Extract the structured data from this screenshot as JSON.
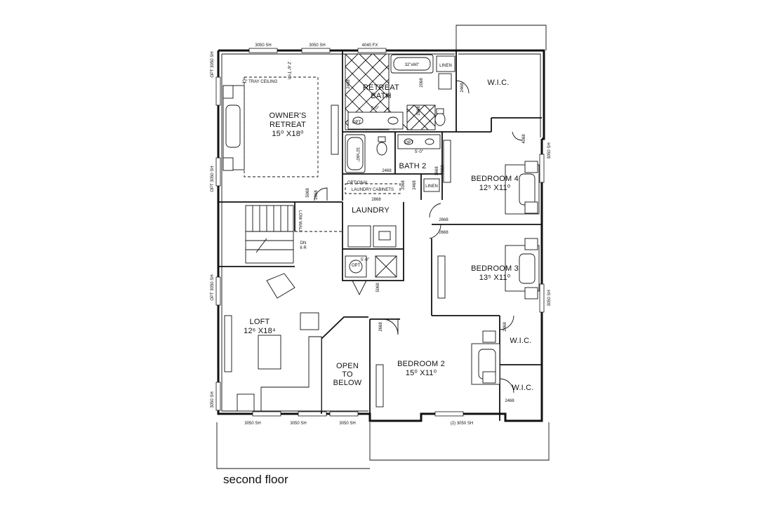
{
  "title": "second floor",
  "rooms": {
    "owners_retreat": "OWNER'S",
    "owners_retreat2": "RETREAT",
    "owners_retreat_size": "15⁰ X18⁰",
    "retreat_bath": "RETREAT",
    "retreat_bath2": "BATH",
    "wic_top": "W.I.C.",
    "bath2": "BATH 2",
    "bedroom4": "BEDROOM 4",
    "bedroom4_size": "12⁵ X11⁰",
    "laundry": "LAUNDRY",
    "bedroom3": "BEDROOM 3",
    "bedroom3_size": "13⁵ X11⁰",
    "loft": "LOFT",
    "loft_size": "12⁶ X18⁴",
    "open_to_below": "OPEN",
    "open_to_below2": "TO",
    "open_to_below3": "BELOW",
    "bedroom2": "BEDROOM 2",
    "bedroom2_size": "15⁰ X11⁰",
    "wic_b2a": "W.I.C.",
    "wic_b2b": "W.I.C."
  },
  "notes": {
    "tray_ceiling": "12' TRAY CEILING",
    "typ": "2'-6\" TYP.",
    "optional": "OPTIONAL",
    "laundry_cabinets": "LAUNDRY CABINETS",
    "low_wall": "LOW WALL",
    "dn": "DN",
    "r": "6 R",
    "opt1": "OPT",
    "opt2": "OPT",
    "opt3": "OPT",
    "linen1": "LINEN",
    "linen2": "LINEN",
    "tub1": "32\"x60\"",
    "tub2": "32\"x60\"",
    "shower1": "5'-0\"",
    "shower2": "5'-0\"",
    "seven": "7'-0\""
  },
  "dims": {
    "top1": "3050 SH",
    "top2": "3050 SH",
    "top3": "4040 FX",
    "left1": "OPT 3050 SH",
    "left2": "OPT 3050 SH",
    "left3": "OPT 3050 SH",
    "left4": "3050 SH",
    "right1": "3050 SH",
    "right2": "3050 SH",
    "bot1": "3050 SH",
    "bot2": "3050 SH",
    "bot3": "3050 SH",
    "bot4": "(2) 3050 SH",
    "d2468a": "2468",
    "d2468b": "2468",
    "d2468c": "2468",
    "d2468d": "2468",
    "d2468e": "2468",
    "d2468f": "2468",
    "d2868a": "2868",
    "d2868b": "2868",
    "d2668a": "2668",
    "d2668b": "2668",
    "d2668c": "2668",
    "d2068a": "2068",
    "d2068b": "2068",
    "d2068c": "2068",
    "d2068d": "2068",
    "d4068": "4068",
    "d5068a": "5068",
    "d5068b": "5068",
    "d16683": "1668"
  }
}
